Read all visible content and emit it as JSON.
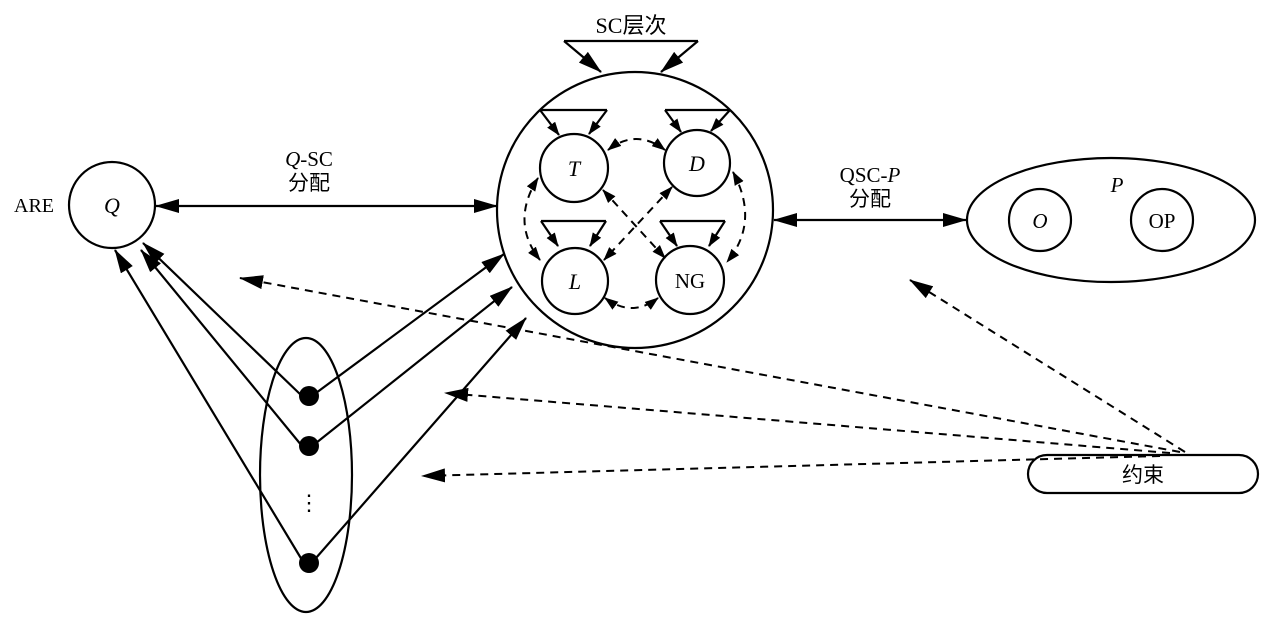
{
  "labels": {
    "sc_level": "SC层次",
    "q_sc_prefix": "Q",
    "q_sc_suffix": "-SC",
    "q_sc_alloc": "分配",
    "are": "ARE",
    "q": "Q",
    "t": "T",
    "d": "D",
    "l": "L",
    "ng": "NG",
    "qsc_p_prefix": "QSC-",
    "qsc_p_suffix": "P",
    "qsc_p_alloc": "分配",
    "p": "P",
    "o": "O",
    "op": "OP",
    "constraint": "约束",
    "ellipsis": "⋮"
  }
}
